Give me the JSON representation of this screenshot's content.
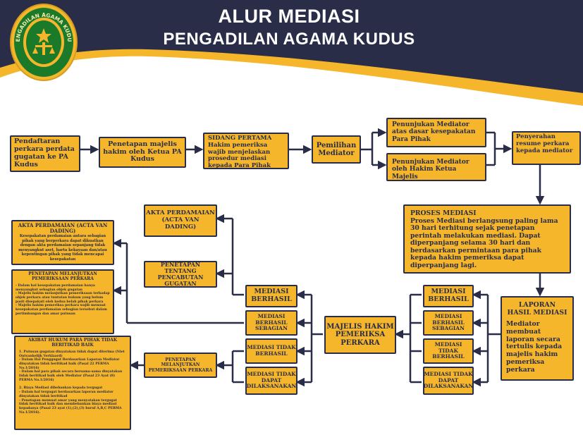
{
  "header": {
    "title_line1": "ALUR MEDIASI",
    "title_line2": "PENGADILAN AGAMA KUDUS",
    "logo_text": "PENGADILAN AGAMA KUDUS"
  },
  "colors": {
    "navy": "#2a2d48",
    "gold": "#f5b62c",
    "green": "#1a7a2a"
  },
  "top_row": {
    "pendaftaran": "Pendaftaran perkara perdata gugatan ke PA Kudus",
    "penetapan_majelis": "Penetapan majelis hakim oleh Ketua PA Kudus",
    "sidang_pertama_title": "SIDANG PERTAMA",
    "sidang_pertama_body": "Hakim pemeriksa wajib menjelaskan prosedur mediasi kepada Para Pihak",
    "pemilihan_mediator": "Pemilihan Mediator",
    "penunjukan_kesepakatan": "Penunjukan Mediator atas dasar kesepakatan Para Pihak",
    "penunjukan_ketua": "Penunjukan Mediator oleh Hakim Ketua Majelis",
    "penyerahan_resume": "Penyerahan resume perkara kepada mediator"
  },
  "proses": {
    "title": "PROSES MEDIASI",
    "body": "Proses Mediasi berlangsung paling lama 30 hari terhitung sejak penetapan perintah melakukan mediasi. Dapat diperpanjang selama 30 hari dan berdasarkan permintaan para pihak kepada hakim pemeriksa dapat diperpanjang lagi."
  },
  "laporan": {
    "title": "LAPORAN HASIL MEDIASI",
    "body": "Mediator membuat laporan secara tertulis kepada majelis hakim pemeriksa perkara"
  },
  "results_right": {
    "berhasil": "MEDIASI BERHASIL",
    "berhasil_sebagian": "MEDIASI BERHASIL SEBAGIAN",
    "tidak_berhasil": "MEDIASI TIDAK BERHASIL",
    "tidak_dapat": "MEDIASI TIDAK DAPAT DILAKSANAKAN"
  },
  "majelis": "MAJELIS HAKIM PEMERIKSA PERKARA",
  "results_left": {
    "berhasil": "MEDIASI BERHASIL",
    "berhasil_sebagian": "MEDIASI BERHASIL SEBAGIAN",
    "tidak_berhasil": "MEDIASI TIDAK BERHASIL",
    "tidak_dapat": "MEDIASI TIDAK DAPAT DILAKSANAKAN"
  },
  "middle_col": {
    "akta": "AKTA PERDAMAIAN (ACTA VAN DADING)",
    "pencabutan": "PENETAPAN TENTANG PENCABUTAN GUGATAN",
    "melanjutkan": "PENETAPAN MELANJUTKAN PEMERIKSAAN PERKARA"
  },
  "left_col": {
    "akta_title": "AKTA PERDAMAIAN (ACTA VAN DADING)",
    "akta_body": "Kesepakatan perdamaian antara sebagian pihak yang berperkara dapat dikuatkan dengan akta perdamaian sepanjang tidak menyangkut aset, harta kekayaan dan/atau kepentingan pihak yang tidak mencapai kesepakatan",
    "melanjutkan_title": "PENETAPAN MELANJUTKAN PEMERIKSAAN PERKARA",
    "melanjutkan_body": "- Dalam hal kesepakatan perdamaian hanya menyangkut sebagian objek gugatan\n- Majelis hakim melanjutkan pemeriksaan terhadap objek perkara atau tuntutan hukum yang belum pasti disepakati oleh kedua belah pihak perkara\n- Majelis hakim pemeriksa perkara wajib memuat kesepakatan perdamaian sebagian tersebut dalam pertimbangan dan amar putusan",
    "akibat_title": "AKIBAT HUKUM PARA PIHAK TIDAK BERITIKAD BAIK",
    "akibat_body": "1. Putusan gugatan dinyatakan tidak dapat diterima (Niet Ontvankelijk Verklaard)\n- Dalam Hal Penggugat Berdasarkan Laporan Mediator dinyatakan tidak beritikad baik (Pasal 22 PERMA No.1/2016)\n- Dalam hal para pihak secara bersama-sama dinyatakan tidak beritikad baik oleh Mediator (Pasal 23 Ayat (8) PERMA No.1/2016)\n\n2. Biaya Mediasi dibebankan kepada tergugat\n- Dalam hal tergugat berdasarkan laporan mediator dinyatakan tidak beritikad\n- Penetapan memuat amar yang menyatakan tergugat tidak beritikad baik dan membebankan biaya mediasi kepadanya (Pasal 23 ayat (1),(2),(3) huruf A,B,C PERMA No.1/2016)."
  }
}
